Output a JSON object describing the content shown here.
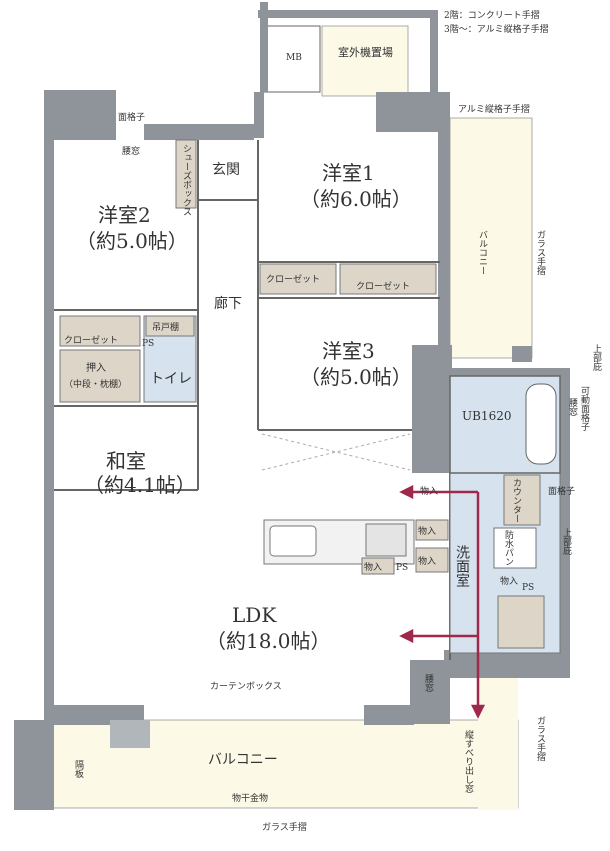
{
  "legend": {
    "line1": "2階：コンクリート手摺",
    "line2": "3階～：アルミ縦格子手摺"
  },
  "rooms": {
    "western1_name": "洋室1",
    "western1_size": "（約6.0帖）",
    "western2_name": "洋室2",
    "western2_size": "（約5.0帖）",
    "western3_name": "洋室3",
    "western3_size": "（約5.0帖）",
    "washitsu_name": "和室",
    "washitsu_size": "（約4.1帖）",
    "ldk_name": "LDK",
    "ldk_size": "（約18.0帖）",
    "entrance": "玄関",
    "hallway": "廊下",
    "toilet": "トイレ",
    "washroom": "洗面室",
    "bath": "UB1620",
    "mb": "MB",
    "outdoor_unit": "室外機置場"
  },
  "storage": {
    "shoebox": "シューズボックス",
    "closet_w1_a": "クローゼット",
    "closet_w1_b": "クローゼット",
    "closet_w2": "クローゼット",
    "hanging_shelf": "吊戸棚",
    "oshiire_1": "押入",
    "oshiire_2": "（中段・枕棚）",
    "storage_items": [
      "物入",
      "物入",
      "物入",
      "物入",
      "物入"
    ],
    "ps": [
      "PS",
      "PS",
      "PS"
    ],
    "counter": "カウンター",
    "waterproof_pan": "防水パン"
  },
  "exterior": {
    "balcony_east": "バルコニー",
    "balcony_south": "バルコニー",
    "alum_railing": "アルミ縦格子手摺",
    "glass_railing_east": "ガラス手摺",
    "glass_railing_se": "ガラス手摺",
    "glass_railing_bottom": "ガラス手摺",
    "laundry_pole": "物干金物",
    "curtain_box": "カーテンボックス",
    "partition": "隔板",
    "sliding_window": "縦すべり出し窓"
  },
  "windows": {
    "lattice_top": "面格子",
    "waist_window_top": "腰窓",
    "lattice_right": "面格子",
    "waist_window_bath": "腰窓",
    "movable_lattice": "可動面格子",
    "upper_eaves_1": "上部庇",
    "upper_eaves_2": "上部庇",
    "waist_window_ldk": "腰窓"
  },
  "colors": {
    "wall": "#8e9499",
    "balcony": "#fcf9e6",
    "closet": "#ddd6c8",
    "wet_area": "#d6e3ee",
    "arrow": "#a0284a"
  }
}
